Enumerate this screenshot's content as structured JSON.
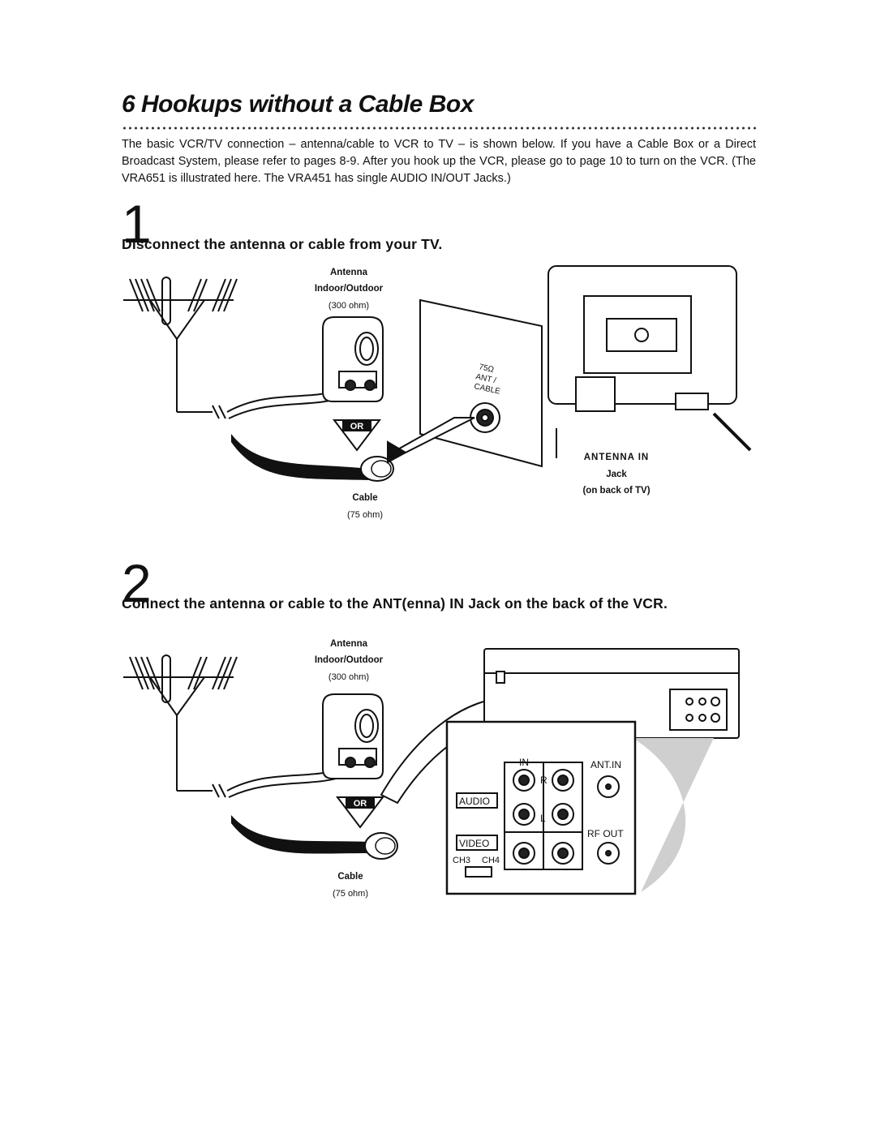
{
  "page": {
    "title": "6  Hookups without a Cable Box",
    "intro": "The basic VCR/TV connection – antenna/cable to VCR to TV – is shown below. If you have a Cable Box or a Direct Broadcast System, please refer to pages 8-9. After you hook up the VCR, please go to page 10 to turn on the VCR. (The VRA651 is illustrated here. The VRA451 has single AUDIO IN/OUT Jacks.)"
  },
  "step1": {
    "number": "1",
    "heading": "Disconnect the antenna or cable from your TV.",
    "antenna_label": "Antenna",
    "antenna_type": "Indoor/Outdoor",
    "antenna_ohm": "(300 ohm)",
    "or_label": "OR",
    "cable_label": "Cable",
    "cable_ohm": "(75 ohm)",
    "jack_marking": [
      "75Ω",
      "ANT /",
      "CABLE"
    ],
    "antenna_in_label": "ANTENNA IN",
    "jack_label": "Jack",
    "jack_location": "(on back of TV)"
  },
  "step2": {
    "number": "2",
    "heading": "Connect the antenna or cable to the ANT(enna) IN Jack on the back of the VCR.",
    "antenna_label": "Antenna",
    "antenna_type": "Indoor/Outdoor",
    "antenna_ohm": "(300 ohm)",
    "or_label": "OR",
    "cable_label": "Cable",
    "cable_ohm": "(75 ohm)",
    "panel": {
      "in_label": "IN",
      "ant_in_label": "ANT.IN",
      "r_label": "R",
      "l_label": "L",
      "audio_label": "AUDIO",
      "video_label": "VIDEO",
      "rf_out_label": "RF OUT",
      "ch3_label": "CH3",
      "ch4_label": "CH4"
    }
  }
}
